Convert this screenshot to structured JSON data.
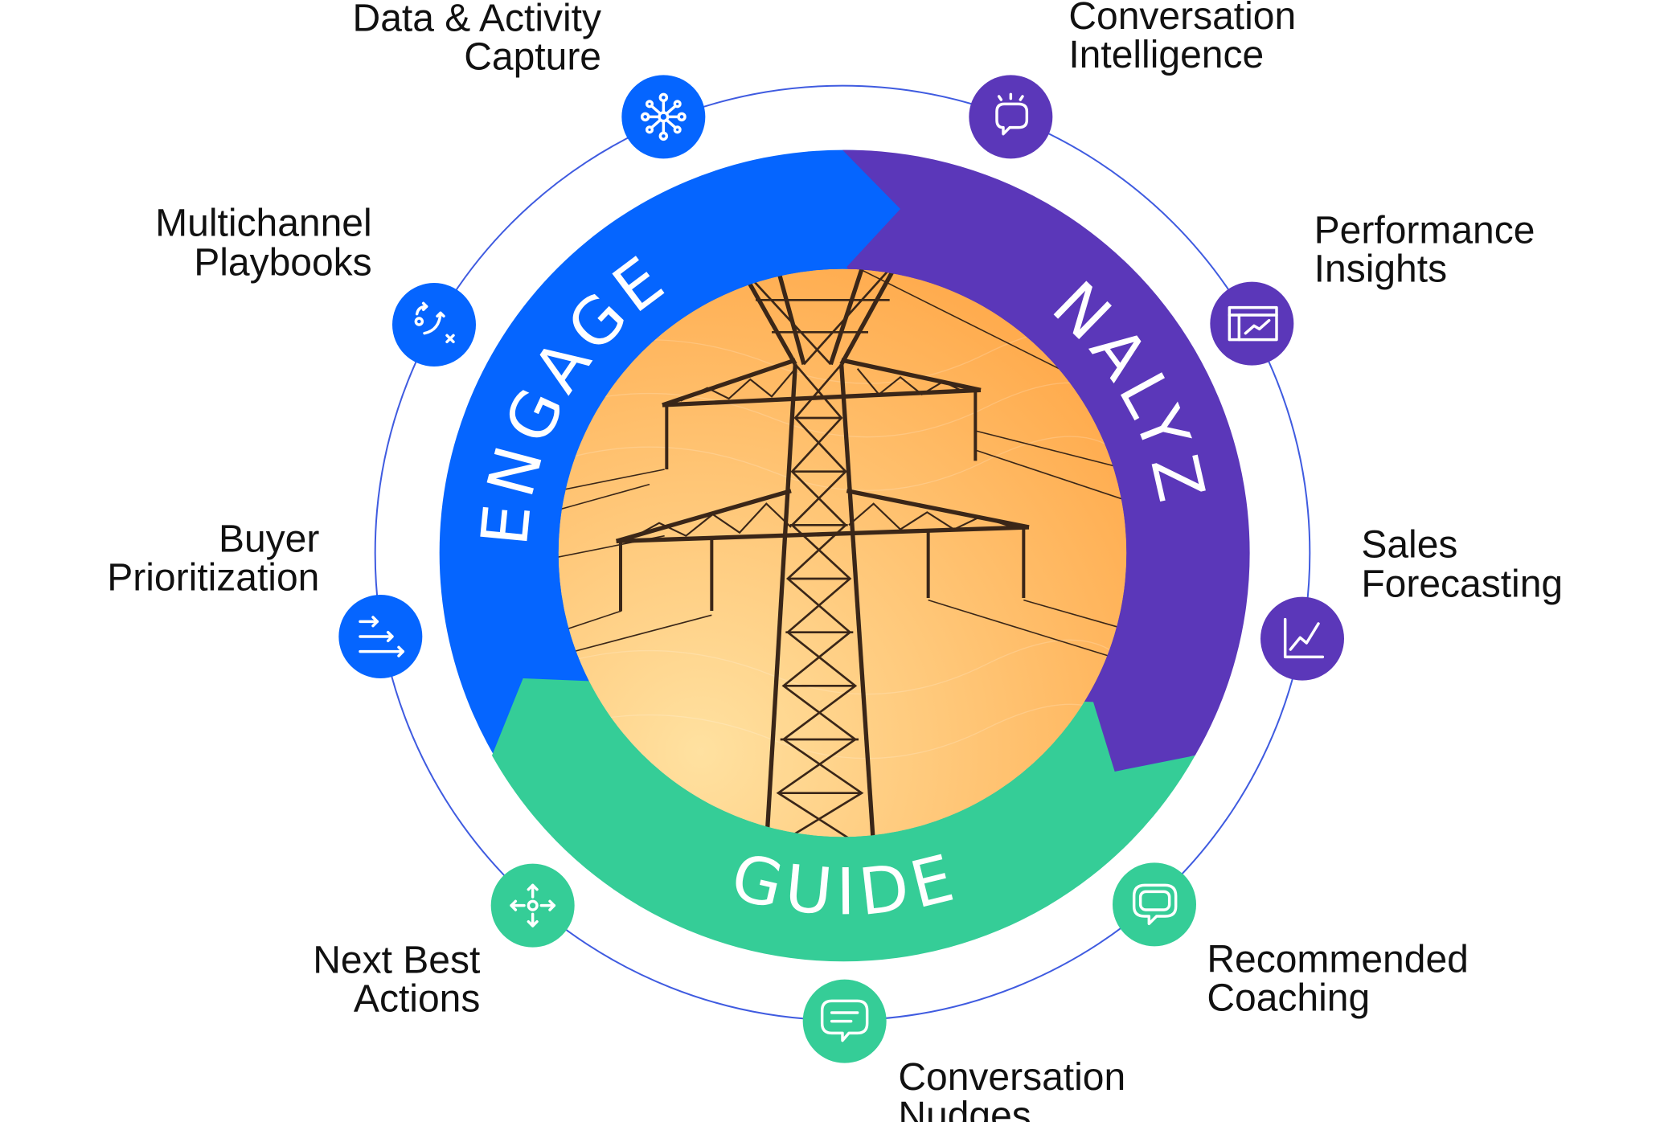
{
  "colors": {
    "engage": "#0565FF",
    "analyze": "#5B37B9",
    "guide": "#35CD97",
    "ring": "#3F5BE0",
    "center_light": "#FFE1A0",
    "center_dark": "#FFA747",
    "tower": "#3A2618"
  },
  "segments": {
    "engage": "ENGAGE",
    "analyze": "ANALYZE",
    "guide": "GUIDE"
  },
  "features": [
    {
      "id": "data-activity-capture",
      "line1": "Data & Activity",
      "line2": "Capture",
      "icon": "network-nodes-icon",
      "group": "engage"
    },
    {
      "id": "conversation-intelligence",
      "line1": "Conversation",
      "line2": "Intelligence",
      "icon": "speech-bubble-spark-icon",
      "group": "analyze"
    },
    {
      "id": "multichannel-playbooks",
      "line1": "Multichannel",
      "line2": "Playbooks",
      "icon": "play-diagram-icon",
      "group": "engage"
    },
    {
      "id": "performance-insights",
      "line1": "Performance",
      "line2": "Insights",
      "icon": "dashboard-window-icon",
      "group": "analyze"
    },
    {
      "id": "buyer-prioritization",
      "line1": "Buyer",
      "line2": "Prioritization",
      "icon": "sorted-arrows-icon",
      "group": "engage"
    },
    {
      "id": "sales-forecasting",
      "line1": "Sales",
      "line2": "Forecasting",
      "icon": "line-chart-icon",
      "group": "analyze"
    },
    {
      "id": "next-best-actions",
      "line1": "Next Best",
      "line2": "Actions",
      "icon": "directional-arrows-icon",
      "group": "guide"
    },
    {
      "id": "recommended-coaching",
      "line1": "Recommended",
      "line2": "Coaching",
      "icon": "speech-bubble-icon",
      "group": "guide"
    },
    {
      "id": "conversation-nudges",
      "line1": "Conversation",
      "line2": "Nudges",
      "icon": "chat-message-icon",
      "group": "guide"
    }
  ]
}
